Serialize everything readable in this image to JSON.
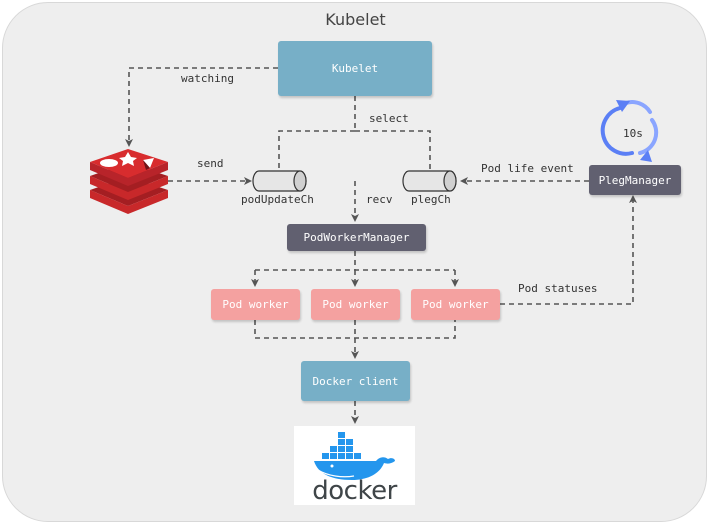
{
  "title": "Kubelet",
  "nodes": {
    "kubelet": "Kubelet",
    "pod_worker_manager": "PodWorkerManager",
    "pleg_manager": "PlegManager",
    "pod_workers": [
      "Pod worker",
      "Pod worker",
      "Pod worker"
    ],
    "docker_client": "Docker client",
    "pod_update_ch": "podUpdateCh",
    "pleg_ch": "plegCh",
    "timer": "10s",
    "docker_logo_text": "docker"
  },
  "edge_labels": {
    "watching": "watching",
    "select": "select",
    "send": "send",
    "recv": "recv",
    "pod_life_event": "Pod life event",
    "pod_statuses": "Pod statuses"
  },
  "colors": {
    "background": "#eeeeee",
    "blue_box": "#77afc7",
    "dark_box": "#616070",
    "pink_box": "#f4a1a0",
    "redis_red": "#c8282a",
    "timer_blue": "#5b7ff5",
    "docker_blue": "#2496ed",
    "edge": "#555555"
  },
  "icons": {
    "redis": "redis-icon",
    "timer": "refresh-cycle-icon",
    "docker": "docker-whale-icon"
  }
}
